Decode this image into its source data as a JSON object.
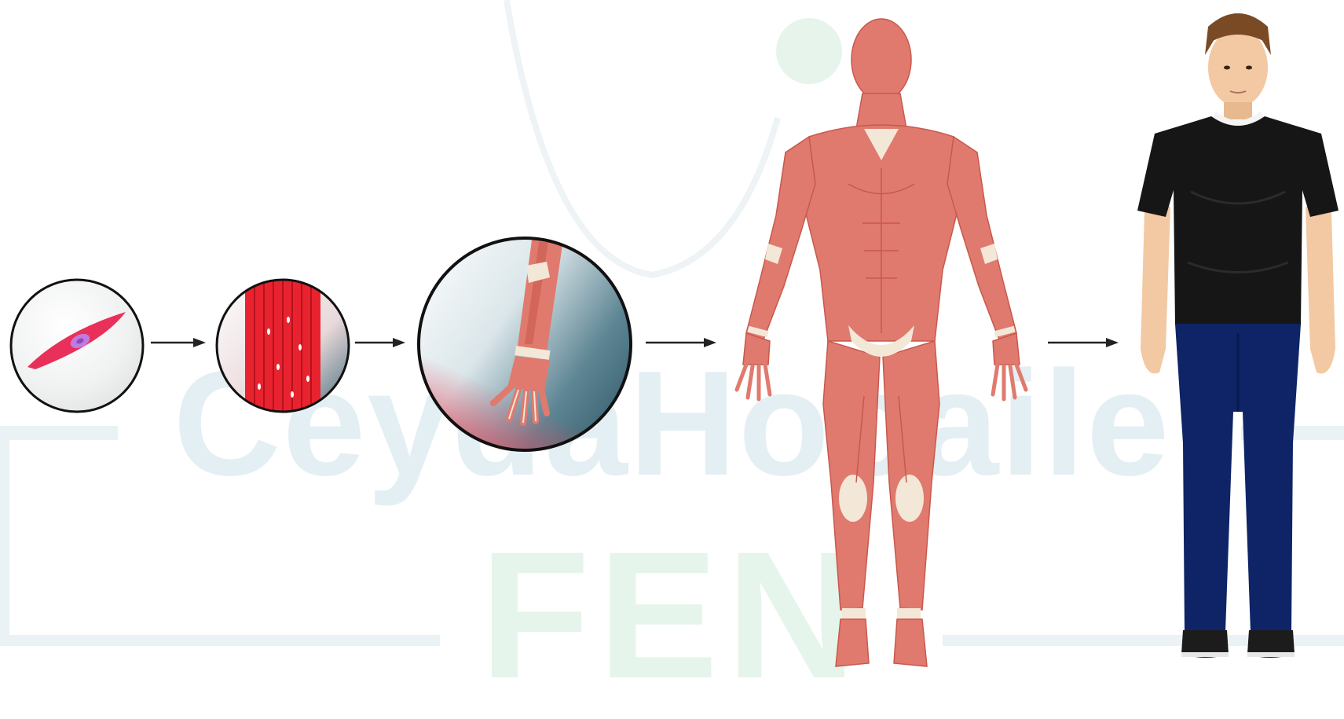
{
  "watermark": {
    "line1": "CeydaHocaile",
    "line2": "FEN",
    "color_line1": "#e3eff4",
    "color_line2": "#e6f5ec"
  },
  "stages": [
    {
      "id": "muscle-cell",
      "icon": "muscle-cell-icon"
    },
    {
      "id": "muscle-tissue",
      "icon": "muscle-tissue-icon"
    },
    {
      "id": "muscle-organ",
      "icon": "arm-muscle-icon"
    },
    {
      "id": "muscular-system",
      "icon": "muscular-system-icon"
    },
    {
      "id": "organism",
      "icon": "human-organism-icon"
    }
  ],
  "colors": {
    "muscle": "#e07a6e",
    "muscle_dark": "#c9584c",
    "tendon": "#f3e7d8",
    "cell": "#e8305a",
    "nucleus": "#b06bd6",
    "tissue": "#e8232f",
    "shirt": "#161616",
    "jeans": "#0f2466",
    "skin": "#f2c9a2",
    "hair": "#7a4a24",
    "arrow": "#222222"
  }
}
